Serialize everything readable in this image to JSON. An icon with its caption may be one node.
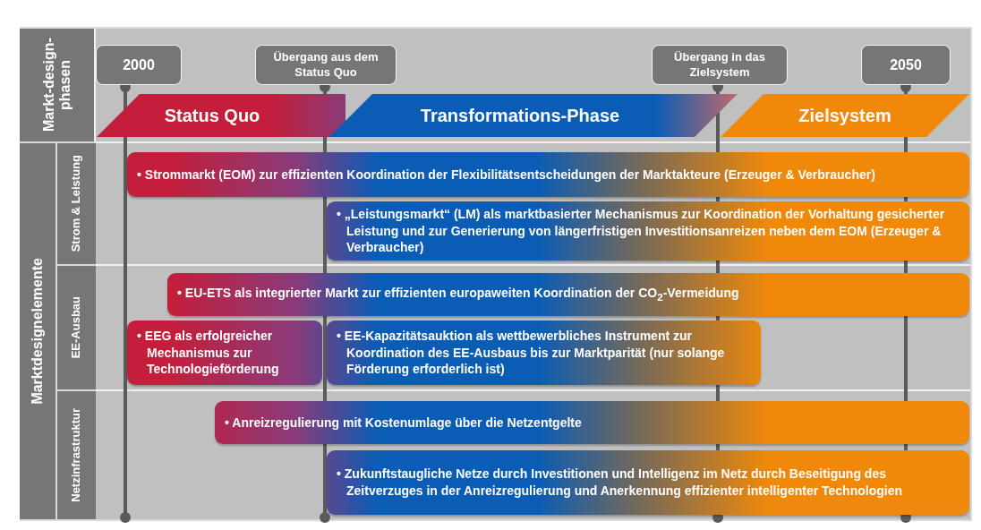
{
  "diagram": {
    "nodes": [
      {
        "text": [
          "Markt-design-phasen"
        ]
      },
      {
        "text": [
          "2000"
        ]
      },
      {
        "text": [
          "Übergang aus dem Status Quo"
        ]
      },
      {
        "text": [
          "Übergang in das Zielsystem"
        ]
      },
      {
        "text": [
          "2050"
        ]
      },
      {
        "text": [
          "Status Quo"
        ]
      },
      {
        "text": [
          "Transformations-Phase"
        ]
      },
      {
        "text": [
          "Zielsystem"
        ]
      },
      {
        "text": [
          "Marktdesignelemente"
        ]
      },
      {
        "text": [
          "Strom & Leistung"
        ]
      },
      {
        "text": [
          "EE-Ausbau"
        ]
      },
      {
        "text": [
          "Netzinfrastruktur"
        ]
      },
      {
        "text": [
          "• Strommarkt (EOM) zur effizienten Koordination der Flexibilitätsentscheidungen der Marktakteure (Erzeuger & Verbraucher)"
        ]
      },
      {
        "text": [
          "• „Leistungsmarkt“ (LM) als marktbasierter Mechanismus zur  Koordination der Vorhaltung gesicherter Leistung und zur Generierung von längerfristigen Investitionsanreizen neben dem EOM (Erzeuger & Verbraucher)"
        ]
      },
      {
        "text": [
          "• EU-ETS als integrierter Markt zur effizienten europaweiten Koordination der CO$_{2}$-Vermeidung"
        ]
      },
      {
        "text": [
          "• EEG als erfolgreicher Mechanismus zur Technologieförderung"
        ]
      },
      {
        "text": [
          "• EE-Kapazitätsauktion als wettbewerbliches Instrument zur Koordination des EE-Ausbaus bis zur Marktparität (nur solange Förderung erforderlich ist)"
        ]
      },
      {
        "text": [
          "• Anreizregulierung mit Kostenumlage über die Netzentgelte"
        ]
      },
      {
        "text": [
          "• Zukunftstaugliche Netze durch Investitionen und Intelligenz im Netz durch Beseitigung des Zeitverzuges in der Anreizregulierung und Anerkennung effizienter intelligenter Technologien"
        ]
      }
    ]
  }
}
